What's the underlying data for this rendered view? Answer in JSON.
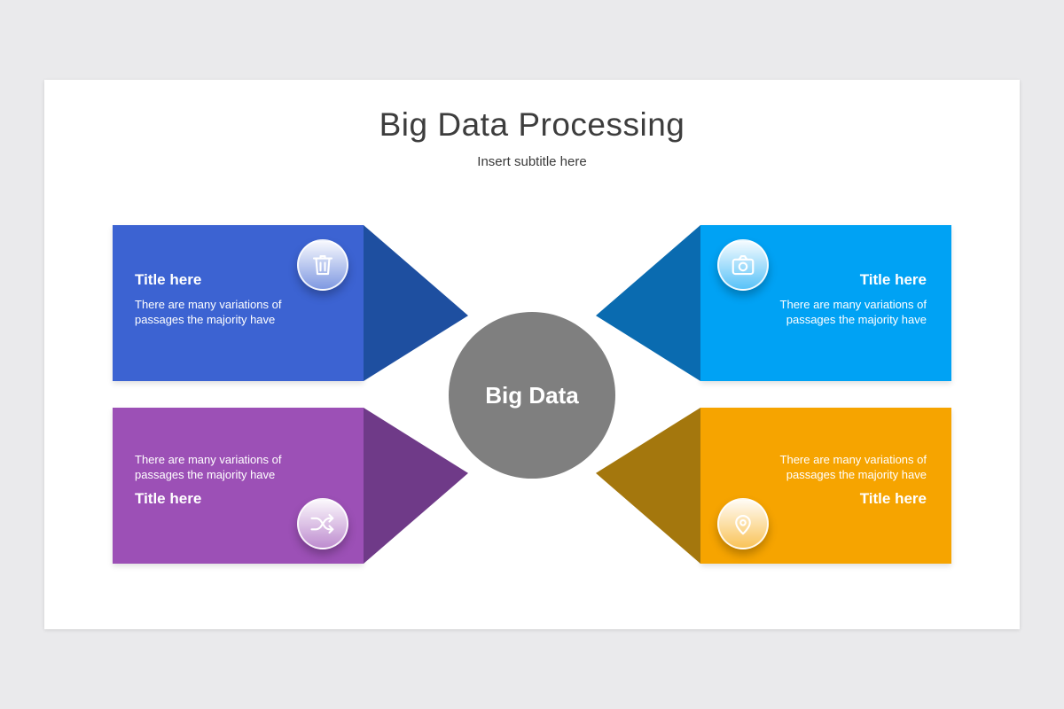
{
  "background_color": "#eaeaec",
  "slide": {
    "title": "Big Data Processing",
    "subtitle": "Insert subtitle here",
    "center": {
      "label": "Big Data",
      "color": "#7f7f7f"
    }
  },
  "boxes": [
    {
      "position": "top-left",
      "title": "Title here",
      "body": "There are many variations of passages  the majority have",
      "color": "#3c63d2",
      "arrow_color": "#1e4fa0",
      "icon": "trash-icon"
    },
    {
      "position": "top-right",
      "title": "Title here",
      "body": "There are many variations of passages  the majority have",
      "color": "#00a2f4",
      "arrow_color": "#0a6bb0",
      "icon": "camera-icon"
    },
    {
      "position": "bottom-left",
      "title": "Title here",
      "body": "There are many variations of passages  the majority have",
      "color": "#9c50b6",
      "arrow_color": "#6f3a88",
      "icon": "shuffle-icon"
    },
    {
      "position": "bottom-right",
      "title": "Title here",
      "body": "There are many variations of passages  the majority have",
      "color": "#f6a400",
      "arrow_color": "#a4770d",
      "icon": "location-pin-icon"
    }
  ]
}
